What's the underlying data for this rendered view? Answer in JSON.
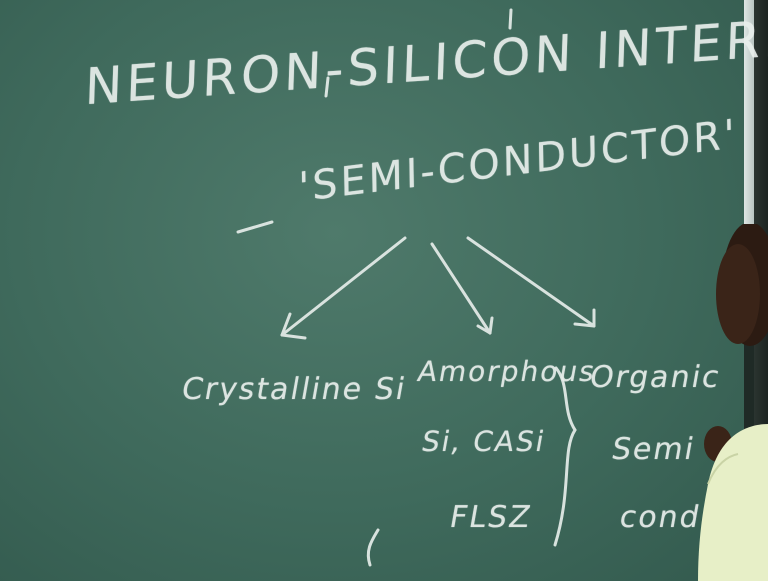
{
  "board": {
    "title": "NEURON-SILICON INTERFACE",
    "subtitle": "'SEMI-CONDUCTOR'",
    "branches": {
      "crystalline": "Crystalline Si",
      "amorphous": [
        "Amorphous",
        "Si, CASi",
        "FLSZ"
      ],
      "organic": [
        "Organic",
        "Semi",
        "conduct"
      ]
    }
  },
  "colors": {
    "board": "#3f6a5c",
    "chalk": "#e9efec",
    "shirt": "#e7efc7",
    "skin": "#3a2418"
  }
}
